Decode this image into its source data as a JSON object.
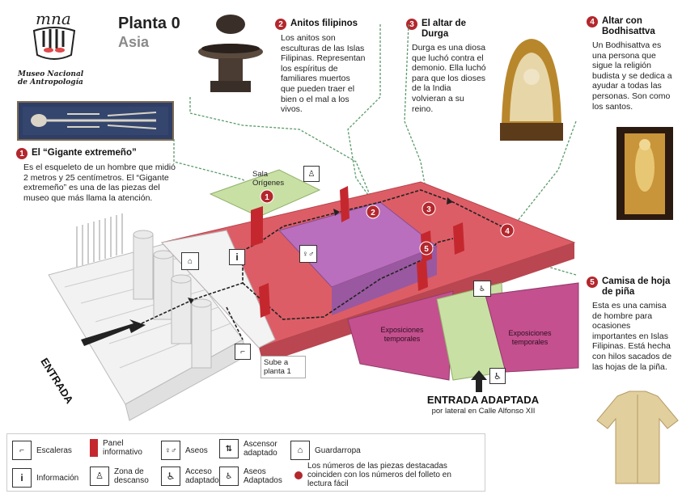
{
  "header": {
    "title": "Planta 0",
    "subtitle": "Asia",
    "logo_text_line1": "Museo Nacional",
    "logo_text_line2": "de Antropología"
  },
  "sections": [
    {
      "number": "1",
      "title": "El “Gigante extremeño”",
      "description": "Es el esqueleto de un hombre que midió 2 metros y 25 centímetros. El “Gigante extremeño” es una de las piezas del museo que más llama la atención."
    },
    {
      "number": "2",
      "title": "Anitos filipinos",
      "description": "Los anitos son esculturas de las Islas Filipinas. Representan los espíritus de familiares muertos que pueden traer el bien o el mal a los vivos."
    },
    {
      "number": "3",
      "title": "El altar de Durga",
      "description": "Durga es una diosa que luchó contra el demonio. Ella luchó para que los dioses de la India volvieran a su reino."
    },
    {
      "number": "4",
      "title": "Altar con Bodhisattva",
      "description": "Un Bodhisattva es una persona que sigue la religión budista y se dedica a ayudar a todas las personas. Son como los santos."
    },
    {
      "number": "5",
      "title": "Camisa de hoja de piña",
      "description": "Esta es una camisa de hombre para ocasiones importantes en Islas Filipinas. Está hecha con hilos sacados de las hojas de la piña."
    }
  ],
  "map": {
    "sala_origenes": "Sala Orígenes",
    "exposiciones_left": "Exposiciones temporales",
    "exposiciones_right": "Exposiciones temporales",
    "sube": "Sube a planta 1",
    "entrada": "ENTRADA",
    "entrada_adaptada": "ENTRADA ADAPTADA",
    "entrada_adaptada_sub": "por lateral en Calle Alfonso XII"
  },
  "legend": [
    {
      "icon": "stairs-icon",
      "label": "Escaleras"
    },
    {
      "icon": "info-panel-icon",
      "label": "Panel informativo"
    },
    {
      "icon": "restroom-icon",
      "label": "Aseos"
    },
    {
      "icon": "elevator-icon",
      "label": "Ascensor adaptado"
    },
    {
      "icon": "hanger-icon",
      "label": "Guardarropa"
    },
    {
      "icon": "info-icon",
      "label": "Información"
    },
    {
      "icon": "rest-area-icon",
      "label": "Zona de descanso"
    },
    {
      "icon": "wheelchair-icon",
      "label": "Acceso adaptado"
    },
    {
      "icon": "accessible-restroom-icon",
      "label": "Aseos Adaptados"
    },
    {
      "icon": "red-dot-icon",
      "label": "Los números de las piezas destacadas coinciden con los números del folleto en lectura fácil"
    }
  ],
  "colors": {
    "floor_red": "#dd5d66",
    "center_purple": "#b96fbd",
    "exhibit_magenta": "#c4508f",
    "green_room": "#c9e0a4",
    "marker_red": "#b3272d"
  }
}
